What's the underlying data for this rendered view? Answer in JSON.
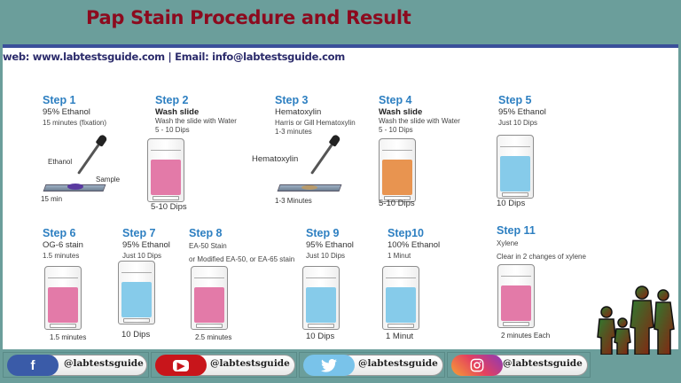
{
  "header": {
    "title": "Pap Stain Procedure and Result",
    "contact": "web:  www.labtestsguide.com   |  Email: info@labtestsguide.com"
  },
  "colors": {
    "title": "#8c0a1e",
    "step_heading": "#2d7fc1",
    "background": "#6b9e9b",
    "pink": "#e06a9c",
    "blue": "#7ec8ea",
    "orange": "#e89450"
  },
  "steps": [
    {
      "heading": "Step 1",
      "line1": "95% Ethanol",
      "line2": "15 minutes (fixation)",
      "labels": [
        "Ethanol",
        "Sample",
        "15 min"
      ]
    },
    {
      "heading": "Step 2",
      "line1": "Wash slide",
      "line2": "Wash the slide with Water",
      "line3": "5 - 10 Dips",
      "caption": "5-10 Dips"
    },
    {
      "heading": "Step 3",
      "line1": "Hematoxylin",
      "line2": "Harris or Gill Hematoxylin",
      "line3": "1-3 minutes",
      "labels": [
        "Hematoxylin",
        "1-3 Minutes"
      ]
    },
    {
      "heading": "Step 4",
      "line1": "Wash slide",
      "line2": "Wash the slide with Water",
      "line3": "5 - 10 Dips",
      "caption": "5-10 Dips"
    },
    {
      "heading": "Step 5",
      "line1": "95% Ethanol",
      "line2": "Just 10 Dips",
      "caption": "10 Dips"
    },
    {
      "heading": "Step 6",
      "line1": "OG-6 stain",
      "line2": "1.5 minutes",
      "caption": "1.5 minutes"
    },
    {
      "heading": "Step 7",
      "line1": "95% Ethanol",
      "line2": "Just 10 Dips",
      "caption": "10 Dips"
    },
    {
      "heading": "Step 8",
      "line1": "EA-50 Stain",
      "line2": "or Modified EA-50, or EA-65 stain",
      "caption": "2.5 minutes"
    },
    {
      "heading": "Step 9",
      "line1": "95% Ethanol",
      "line2": "Just 10 Dips",
      "caption": "10 Dips"
    },
    {
      "heading": "Step10",
      "line1": "100% Ethanol",
      "line2": "1 Minut",
      "caption": "1 Minut"
    },
    {
      "heading": "Step 11",
      "line1": "Xylene",
      "line2": "Clear in 2 changes of xylene",
      "caption": "2 minutes Each"
    }
  ],
  "social": [
    {
      "icon": "facebook-icon",
      "glyph": "f",
      "handle": "@labtestsguide"
    },
    {
      "icon": "youtube-icon",
      "glyph": "▶",
      "handle": "@labtestsguide"
    },
    {
      "icon": "twitter-icon",
      "glyph": "🐦",
      "handle": "@labtestsguide"
    },
    {
      "icon": "instagram-icon",
      "glyph": "◎",
      "handle": "@labtestsguide"
    }
  ]
}
